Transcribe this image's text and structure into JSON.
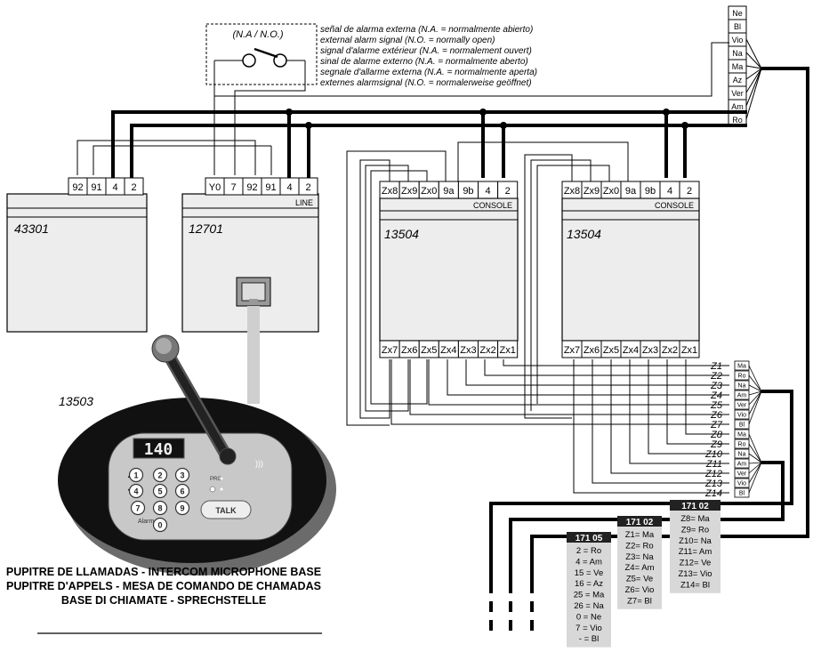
{
  "color_codes": [
    "Ne",
    "Bl",
    "Vio",
    "Na",
    "Ma",
    "Az",
    "Ver",
    "Am",
    "Ro"
  ],
  "switch_label": "(N.A / N.O.)",
  "alarm_notes": [
    "señal de alarma externa (N.A. = normalmente abierto)",
    "external alarm signal (N.O. = normally open)",
    "signal d'alarme extérieur (N.A. = normalement ouvert)",
    "sinal de alarme externo (N.A. = normalmente aberto)",
    "segnale d'allarme externa (N.A. = normalmente aperta)",
    "externes alarmsignal (N.O. = normalerweise geöffnet)"
  ],
  "modules": {
    "m43301": {
      "name": "43301",
      "terminals": [
        "92",
        "91",
        "4",
        "2"
      ]
    },
    "m12701": {
      "name": "12701",
      "terminals": [
        "Y0",
        "7",
        "92",
        "91",
        "4",
        "2"
      ],
      "tag": "LINE"
    },
    "c1": {
      "name": "13504",
      "top": [
        "Zx8",
        "Zx9",
        "Zx0",
        "9a",
        "9b",
        "4",
        "2"
      ],
      "bottom": [
        "Zx7",
        "Zx6",
        "Zx5",
        "Zx4",
        "Zx3",
        "Zx2",
        "Zx1"
      ],
      "tag": "CONSOLE"
    },
    "c2": {
      "name": "13504",
      "top": [
        "Zx8",
        "Zx9",
        "Zx0",
        "9a",
        "9b",
        "4",
        "2"
      ],
      "bottom": [
        "Zx7",
        "Zx6",
        "Zx5",
        "Zx4",
        "Zx3",
        "Zx2",
        "Zx1"
      ],
      "tag": "CONSOLE"
    }
  },
  "console": {
    "model": "13503",
    "display": "140",
    "keys": [
      "1",
      "2",
      "3",
      "4",
      "5",
      "6",
      "7",
      "8",
      "9",
      "0"
    ],
    "small_labels": {
      "prg": "PRG",
      "up": "▲",
      "down": "▼",
      "alarm": "Alarm"
    },
    "talk": "TALK"
  },
  "zones": [
    "Z1",
    "Z2",
    "Z3",
    "Z4",
    "Z5",
    "Z6",
    "Z7",
    "Z8",
    "Z9",
    "Z10",
    "Z11",
    "Z12",
    "Z13",
    "Z14"
  ],
  "zone_codes": [
    "Ma",
    "Ro",
    "Na",
    "Am",
    "Ver",
    "Vio",
    "Bl",
    "Ma",
    "Ro",
    "Na",
    "Am",
    "Ver",
    "Vio",
    "Bl"
  ],
  "cables": [
    {
      "tag": "171 02",
      "items": [
        "Z8= Ma",
        "Z9= Ro",
        "Z10= Na",
        "Z11= Am",
        "Z12= Ve",
        "Z13= Vio",
        "Z14= Bl"
      ]
    },
    {
      "tag": "171 02",
      "items": [
        "Z1= Ma",
        "Z2= Ro",
        "Z3= Na",
        "Z4= Am",
        "Z5= Ve",
        "Z6= Vio",
        "Z7= Bl"
      ]
    },
    {
      "tag": "171 05",
      "items": [
        "2 = Ro",
        "4 = Am",
        "15 = Ve",
        "16 = Az",
        "25 = Ma",
        "26 = Na",
        "0 = Ne",
        "7 = Vio",
        "- = Bl"
      ]
    }
  ],
  "caption": [
    "PUPITRE DE LLAMADAS - INTERCOM MICROPHONE BASE",
    "PUPITRE D'APPELS - MESA DE COMANDO DE CHAMADAS",
    "BASE DI CHIAMATE - SPRECHSTELLE"
  ]
}
